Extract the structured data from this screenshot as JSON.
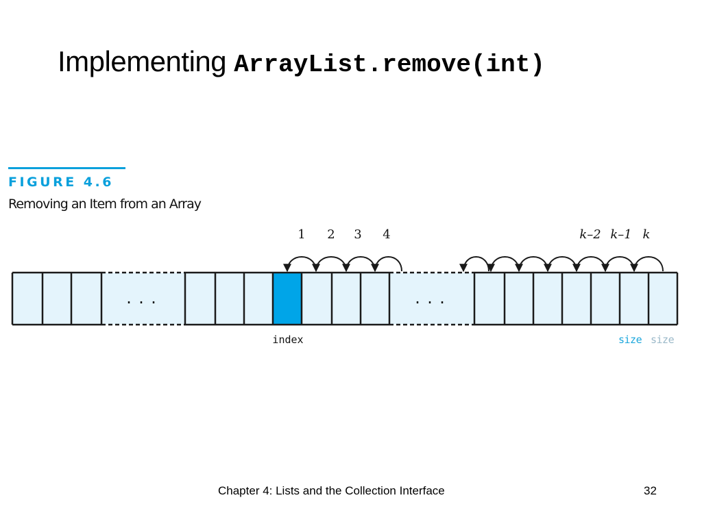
{
  "slide": {
    "title_prefix": "Implementing",
    "title_code": "ArrayList.remove(int)"
  },
  "figure": {
    "number": "FIGURE 4.6",
    "caption": "Removing an Item from an Array"
  },
  "diagram": {
    "cell_fill": "#e4f4fc",
    "highlight_fill": "#00a5e8",
    "outline": "#1a1a1a",
    "ellipsis": "...",
    "left_arrow_labels": [
      "1",
      "2",
      "3",
      "4"
    ],
    "right_arrow_labels": [
      "k–2",
      "k–1",
      "k"
    ],
    "index_label": "index",
    "size_label": "size",
    "size_label_echo": "size",
    "size_color": "#1aa6dc"
  },
  "footer": {
    "text": "Chapter 4: Lists and the Collection Interface",
    "page": "32"
  }
}
